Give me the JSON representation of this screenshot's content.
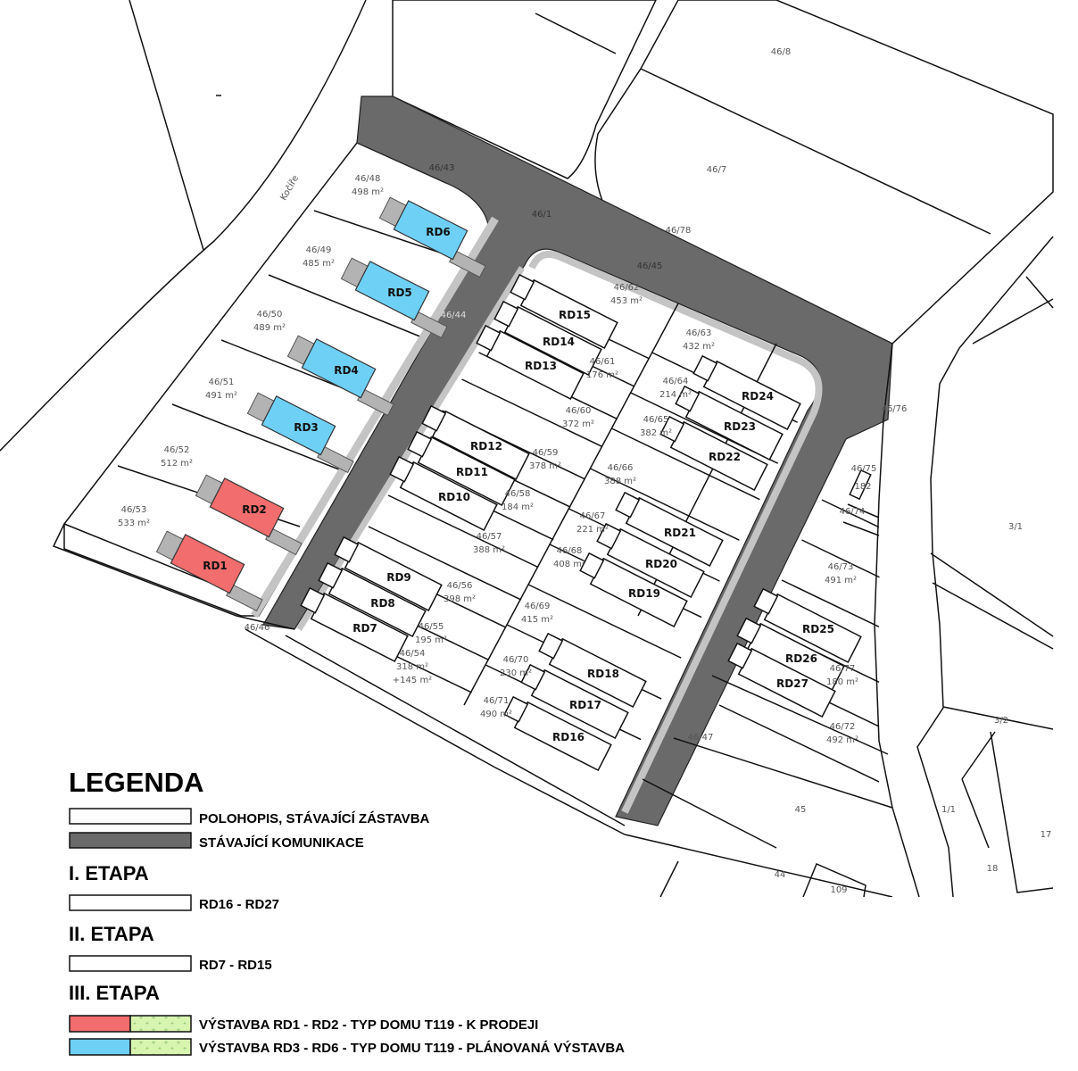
{
  "colors": {
    "road": "#6a6a6a",
    "curb": "#c4c4c4",
    "green": "#d8f5b0",
    "beige": "#fbfbf2",
    "red": "#f26d6d",
    "blue": "#6fd0f5",
    "garage": "#b3b3b3"
  },
  "street_name": "Kočíře",
  "labels": {
    "l_46_8": "46/8",
    "l_46_7": "46/7",
    "l_46_78": "46/78",
    "l_46_1": "46/1",
    "l_46_43": "46/43",
    "l_46_45": "46/45",
    "l_46_44": "46/44",
    "l_46_76": "46/76",
    "l_46_75": "46/75",
    "l_182": "182",
    "l_46_74": "46/74",
    "l_3_1": "3/1",
    "l_3_2": "3/2",
    "l_1_1": "1/1",
    "l_17": "17",
    "l_18": "18",
    "l_45": "45",
    "l_44": "44",
    "l_109": "109",
    "l_46_47": "46/47",
    "l_46_46": "46/46"
  },
  "parcels": [
    {
      "id": "46/48",
      "area": "498 m²"
    },
    {
      "id": "46/49",
      "area": "485 m²"
    },
    {
      "id": "46/50",
      "area": "489 m²"
    },
    {
      "id": "46/51",
      "area": "491 m²"
    },
    {
      "id": "46/52",
      "area": "512 m²"
    },
    {
      "id": "46/53",
      "area": "533 m²"
    },
    {
      "id": "46/62",
      "area": "453 m²"
    },
    {
      "id": "46/63",
      "area": "432 m²"
    },
    {
      "id": "46/61",
      "area": "176 m²"
    },
    {
      "id": "46/64",
      "area": "214 m²"
    },
    {
      "id": "46/60",
      "area": "372 m²"
    },
    {
      "id": "46/65",
      "area": "382 m²"
    },
    {
      "id": "46/59",
      "area": "378 m²"
    },
    {
      "id": "46/66",
      "area": "388 m²"
    },
    {
      "id": "46/58",
      "area": "184 m²"
    },
    {
      "id": "46/67",
      "area": "221 m²"
    },
    {
      "id": "46/57",
      "area": "388 m²"
    },
    {
      "id": "46/68",
      "area": "408 m²"
    },
    {
      "id": "46/56",
      "area": "398 m²"
    },
    {
      "id": "46/69",
      "area": "415 m²"
    },
    {
      "id": "46/55",
      "area": "195 m²"
    },
    {
      "id": "46/54",
      "area": "318 m²",
      "extra": "+145 m²"
    },
    {
      "id": "46/70",
      "area": "230 m²"
    },
    {
      "id": "46/71",
      "area": "490 m²"
    },
    {
      "id": "46/73",
      "area": "491 m²"
    },
    {
      "id": "46/77",
      "area": "180 m²"
    },
    {
      "id": "46/72",
      "area": "492 m²"
    }
  ],
  "houses": [
    {
      "label": "RD1",
      "status": "red"
    },
    {
      "label": "RD2",
      "status": "red"
    },
    {
      "label": "RD3",
      "status": "blue"
    },
    {
      "label": "RD4",
      "status": "blue"
    },
    {
      "label": "RD5",
      "status": "blue"
    },
    {
      "label": "RD6",
      "status": "blue"
    },
    {
      "label": "RD7",
      "status": "white"
    },
    {
      "label": "RD8",
      "status": "white"
    },
    {
      "label": "RD9",
      "status": "white"
    },
    {
      "label": "RD10",
      "status": "white"
    },
    {
      "label": "RD11",
      "status": "white"
    },
    {
      "label": "RD12",
      "status": "white"
    },
    {
      "label": "RD13",
      "status": "white"
    },
    {
      "label": "RD14",
      "status": "white"
    },
    {
      "label": "RD15",
      "status": "white"
    },
    {
      "label": "RD16",
      "status": "white"
    },
    {
      "label": "RD17",
      "status": "white"
    },
    {
      "label": "RD18",
      "status": "white"
    },
    {
      "label": "RD19",
      "status": "white"
    },
    {
      "label": "RD20",
      "status": "white"
    },
    {
      "label": "RD21",
      "status": "white"
    },
    {
      "label": "RD22",
      "status": "white"
    },
    {
      "label": "RD23",
      "status": "white"
    },
    {
      "label": "RD24",
      "status": "white"
    },
    {
      "label": "RD25",
      "status": "white"
    },
    {
      "label": "RD26",
      "status": "white"
    },
    {
      "label": "RD27",
      "status": "white"
    }
  ],
  "legend": {
    "title": "LEGENDA",
    "existing": "POLOHOPIS, STÁVAJÍCÍ ZÁSTAVBA",
    "road": "STÁVAJÍCÍ KOMUNIKACE",
    "stage1": "I. ETAPA",
    "stage1_range": "RD16 - RD27",
    "stage2": "II. ETAPA",
    "stage2_range": "RD7 - RD15",
    "stage3": "III. ETAPA",
    "stage3_sale": "VÝSTAVBA RD1 - RD2 - TYP DOMU T119 - K PRODEJI",
    "stage3_planned": "VÝSTAVBA RD3 - RD6 - TYP DOMU T119 - PLÁNOVANÁ VÝSTAVBA"
  }
}
